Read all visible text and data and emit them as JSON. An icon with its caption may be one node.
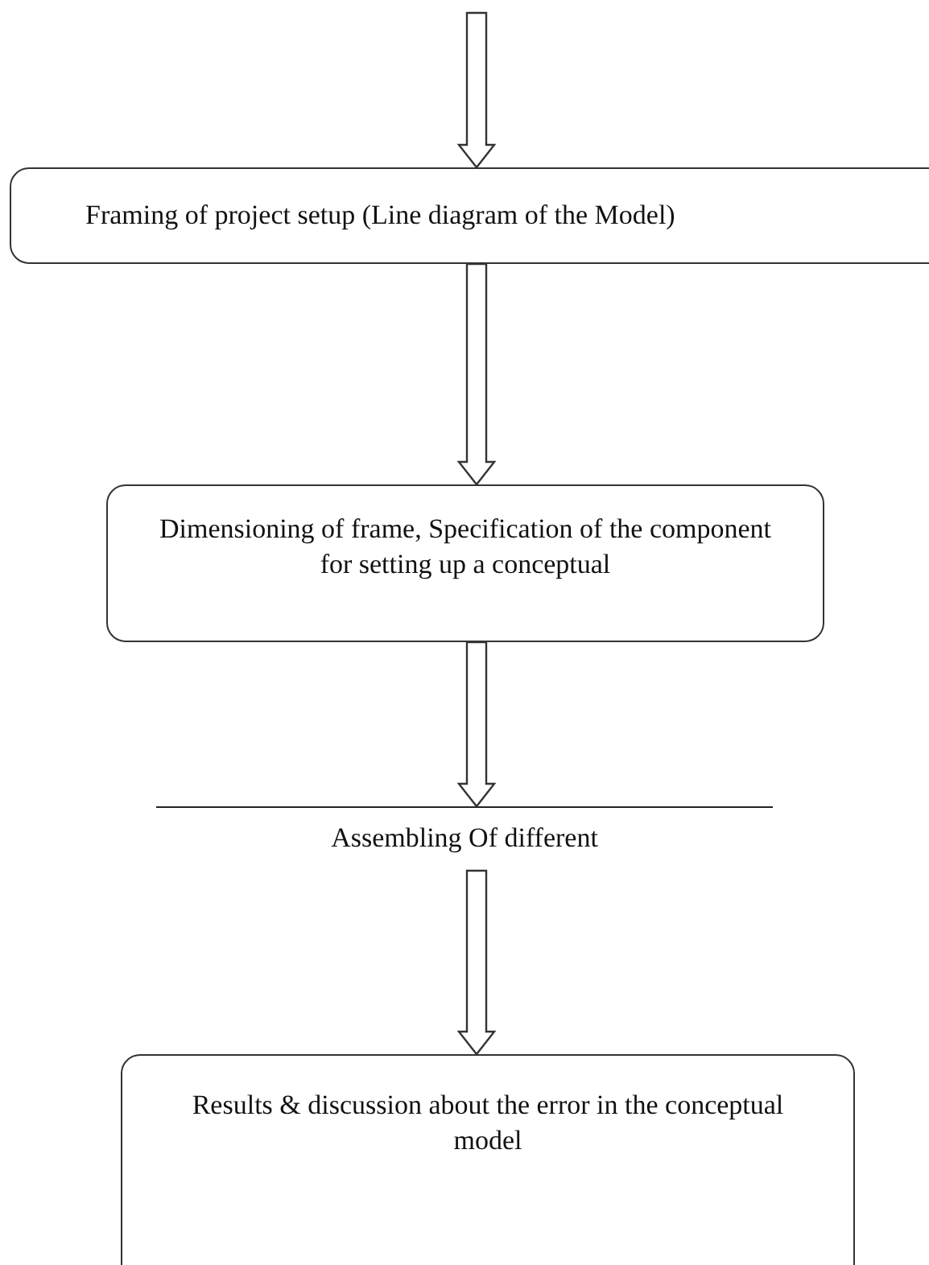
{
  "diagram": {
    "nodes": [
      {
        "text": [
          "Framing of project setup (Line diagram of the Model)"
        ]
      },
      {
        "text": [
          "Dimensioning of frame, Specification of the component for setting up a conceptual"
        ]
      },
      {
        "text": [
          "Assembling Of different"
        ]
      },
      {
        "text": [
          "Results & discussion about the error in the conceptual model"
        ]
      }
    ],
    "edges": [
      {
        "from": null,
        "to": 0,
        "arrow": "to"
      },
      {
        "from": 0,
        "to": 1,
        "arrow": "to"
      },
      {
        "from": 1,
        "to": 2,
        "arrow": "to"
      },
      {
        "from": 2,
        "to": 3,
        "arrow": "to"
      }
    ]
  }
}
